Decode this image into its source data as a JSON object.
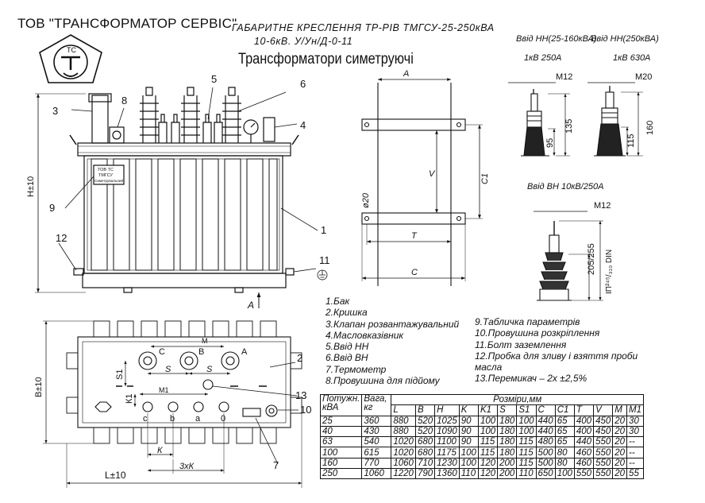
{
  "header": {
    "company": "ТОВ \"ТРАНСФОРМАТОР СЕРВІС\"",
    "logo_text": "ТС",
    "title_line1": "ГАБАРИТНЕ КРЕСЛЕННЯ ТР-РІВ ТМГСУ-25-250кВА",
    "title_line2": "10-6кВ.  У/Ун/Д-0-11",
    "title_line3": "Трансформатори симетруючі"
  },
  "terminals": {
    "lv1_title": "Ввід НН(25-160кВА)",
    "lv1_sub": "1кВ 250А",
    "lv1_thread": "М12",
    "lv1_h1": "135",
    "lv1_h2": "95",
    "lv2_title": "Ввід НН(250кВА)",
    "lv2_sub": "1кВ 630А",
    "lv2_thread": "М20",
    "lv2_h1": "160",
    "lv2_h2": "115",
    "hv_title": "Ввід ВН 10кВ/250А",
    "hv_thread": "М12",
    "hv_h1": "205/255",
    "hv_h2": "ІП²⁴⁵/₃₁₀ DIN"
  },
  "front_view": {
    "callouts": [
      "3",
      "8",
      "5",
      "6",
      "4",
      "9",
      "1",
      "12",
      "11"
    ],
    "plate_lines": [
      "ТОВ ТС",
      "ТМГСУ",
      "Симетрувальний"
    ],
    "height_label": "Н±10",
    "arrow_label": "А"
  },
  "side_view": {
    "top_label": "А",
    "v_label": "V",
    "c1_label": "С1",
    "diam_label": "ø20",
    "t_label": "Т",
    "c_label": "С"
  },
  "top_view": {
    "hv_letters": [
      "С",
      "В",
      "А"
    ],
    "lv_letters": [
      "с",
      "b",
      "а",
      "0"
    ],
    "m_label": "М",
    "s_label": "S",
    "s1_label": "S1",
    "k1_label": "К1",
    "m1_label": "М1",
    "k_label": "К",
    "k3_label": "3хК",
    "b_label": "В±10",
    "l_label": "L±10",
    "callouts": [
      "2",
      "13",
      "10",
      "7"
    ]
  },
  "legend": {
    "left": [
      "1.Бак",
      "2.Кришка",
      "3.Клапан розвантажувальний",
      "4.Масловказівник",
      "5.Ввід НН",
      "6.Ввід ВН",
      "7.Термометр",
      "8.Провушина для підйому"
    ],
    "right": [
      "9.Табличка параметрів",
      "10.Провушина розкріплення",
      "11.Болт заземлення",
      "12.Пробка для зливу і взяття проби масла",
      "13.Перемикач –     2х ±2,5%"
    ]
  },
  "table": {
    "head_power": "Потужн. кВА",
    "head_mass": "Вага, кг",
    "head_dims": "Розміри,мм",
    "dim_cols": [
      "L",
      "B",
      "H",
      "K",
      "K1",
      "S",
      "S1",
      "C",
      "C1",
      "T",
      "V",
      "M",
      "M1"
    ],
    "rows": [
      [
        "25",
        "360",
        "880",
        "520",
        "1025",
        "90",
        "100",
        "180",
        "100",
        "440",
        "65",
        "400",
        "450",
        "20",
        "30"
      ],
      [
        "40",
        "430",
        "880",
        "520",
        "1090",
        "90",
        "100",
        "180",
        "100",
        "440",
        "65",
        "400",
        "450",
        "20",
        "30"
      ],
      [
        "63",
        "540",
        "1020",
        "680",
        "1100",
        "90",
        "115",
        "180",
        "115",
        "480",
        "65",
        "440",
        "550",
        "20",
        "--"
      ],
      [
        "100",
        "615",
        "1020",
        "680",
        "1175",
        "100",
        "115",
        "180",
        "115",
        "500",
        "80",
        "460",
        "550",
        "20",
        "--"
      ],
      [
        "160",
        "770",
        "1060",
        "710",
        "1230",
        "100",
        "120",
        "200",
        "115",
        "500",
        "80",
        "460",
        "550",
        "20",
        "--"
      ],
      [
        "250",
        "1060",
        "1220",
        "790",
        "1360",
        "110",
        "120",
        "200",
        "110",
        "650",
        "100",
        "550",
        "550",
        "20",
        "55"
      ]
    ]
  }
}
